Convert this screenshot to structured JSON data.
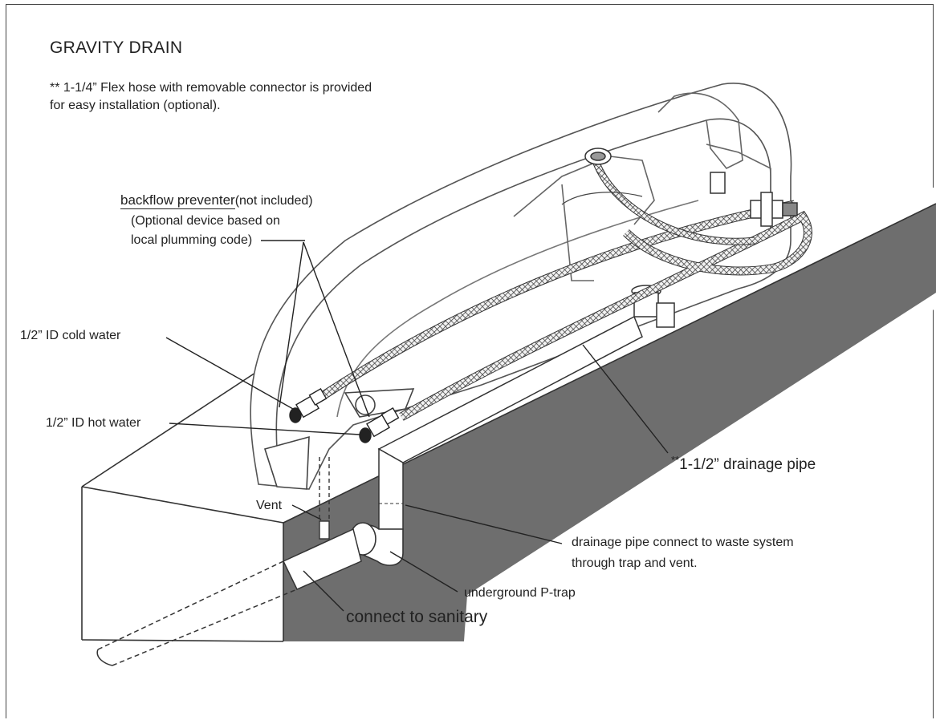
{
  "title": "GRAVITY DRAIN",
  "note_line1": "** 1-1/4” Flex hose with removable connector is provided",
  "note_line2": " for easy installation (optional).",
  "labels": {
    "backflow": "backflow preventer",
    "not_included": "(not included)",
    "optional_line1": "(Optional device based on",
    "optional_line2": "local plumming code)",
    "cold_water": "1/2” ID cold water",
    "hot_water": "1/2” ID hot water",
    "drain_prefix": "**",
    "drainage_pipe": "1-1/2” drainage pipe",
    "vent": "Vent",
    "waste_line1": "drainage pipe connect to waste system",
    "waste_line2": "through trap and vent.",
    "ptrap": "underground P-trap",
    "connect": "connect to sanitary"
  }
}
